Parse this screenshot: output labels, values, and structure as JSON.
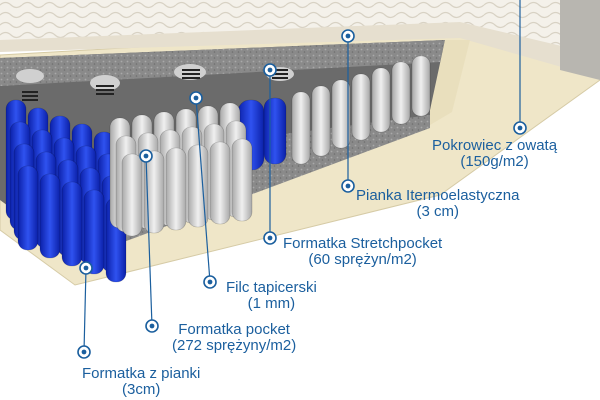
{
  "colors": {
    "accent": "#1b5f9e",
    "blue_springs": "#1f3fd8",
    "grey_springs": "#d9d9d9",
    "foam": "#efe6c8",
    "felt": "#8a8a8a",
    "cover": "#f4f1ea"
  },
  "labels": [
    {
      "id": "pokrowiec",
      "line1": "Pokrowiec z owatą",
      "line2": "(150g/m2)"
    },
    {
      "id": "pianka",
      "line1": "Pianka Itermoelastyczna",
      "line2": "(3 cm)"
    },
    {
      "id": "stretchpocket",
      "line1": "Formatka Stretchpocket",
      "line2": "(60 sprężyn/m2)"
    },
    {
      "id": "filc",
      "line1": "Filc tapicerski",
      "line2": "(1 mm)"
    },
    {
      "id": "pocket",
      "line1": "Formatka pocket",
      "line2": "(272 sprężyny/m2)"
    },
    {
      "id": "pianki",
      "line1": "Formatka z pianki",
      "line2": "(3cm)"
    }
  ]
}
